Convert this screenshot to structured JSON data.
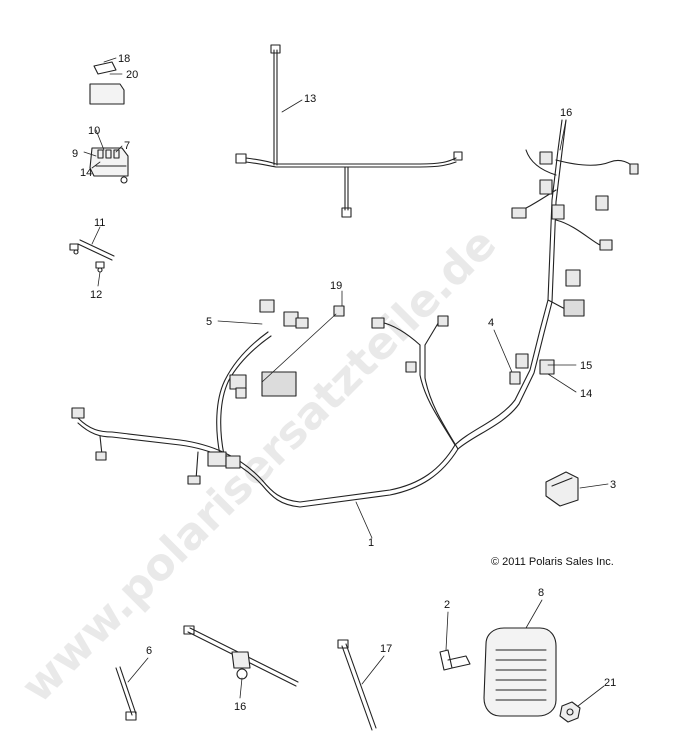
{
  "watermark": "www.polarisersatzteile.de",
  "copyright": "© 2011 Polaris Sales Inc.",
  "callouts": {
    "c1": "1",
    "c2": "2",
    "c3": "3",
    "c4": "4",
    "c5": "5",
    "c6": "6",
    "c7": "7",
    "c8": "8",
    "c9": "9",
    "c10": "10",
    "c11": "11",
    "c12": "12",
    "c13": "13",
    "c14a": "14",
    "c14b": "14",
    "c15": "15",
    "c16a": "16",
    "c16b": "16",
    "c17": "17",
    "c18": "18",
    "c19": "19",
    "c20": "20",
    "c21": "21"
  }
}
